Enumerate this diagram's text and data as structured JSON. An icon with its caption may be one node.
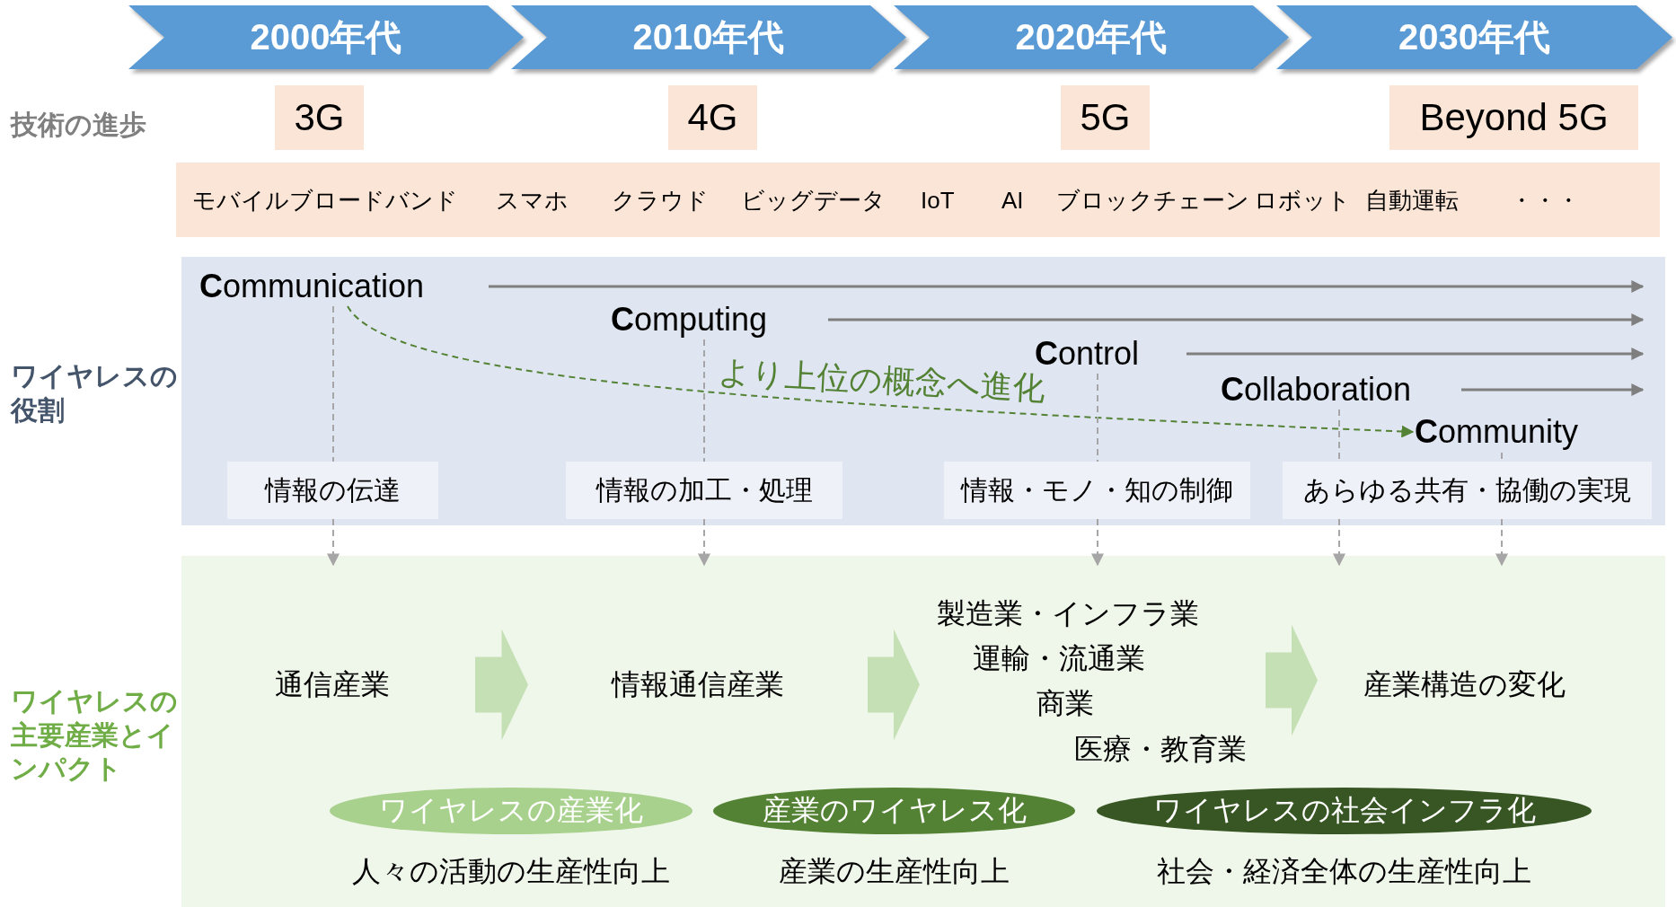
{
  "diagram": {
    "nodes": [
      {
        "text": [
          "2000年代"
        ]
      },
      {
        "text": [
          "2010年代"
        ]
      },
      {
        "text": [
          "2020年代"
        ]
      },
      {
        "text": [
          "2030年代"
        ]
      },
      {
        "text": [
          "3G"
        ]
      },
      {
        "text": [
          "4G"
        ]
      },
      {
        "text": [
          "5G"
        ]
      },
      {
        "text": [
          "Beyond 5G"
        ]
      },
      {
        "text": [
          "モバイルブロードバンド",
          "スマホ",
          "クラウド",
          "ビッグデータ",
          "IoT",
          "AI",
          "ブロックチェーン",
          "ロボット",
          "自動運転",
          "・・・"
        ]
      },
      {
        "text": [
          "ワイヤレスの役割"
        ]
      },
      {
        "text": [
          "**C**ommunication"
        ],
        "in": 9
      },
      {
        "text": [
          "**C**omputing"
        ],
        "in": 9
      },
      {
        "text": [
          "**C**ontrol"
        ],
        "in": 9
      },
      {
        "text": [
          "**C**ollaboration"
        ],
        "in": 9
      },
      {
        "text": [
          "**C**ommunity"
        ],
        "in": 9
      },
      {
        "text": [
          "情報の伝達"
        ],
        "in": 9
      },
      {
        "text": [
          "情報の加工・処理"
        ],
        "in": 9
      },
      {
        "text": [
          "情報・モノ・知の制御"
        ],
        "in": 9
      },
      {
        "text": [
          "あらゆる共有・協働の実現"
        ],
        "in": 9
      },
      {
        "text": [
          "ワイヤレスの主要産業とインパクト"
        ]
      },
      {
        "text": [
          "通信産業"
        ],
        "in": 19
      },
      {
        "text": [
          "情報通信産業"
        ],
        "in": 19
      },
      {
        "text": [
          "製造業・インフラ業",
          "運輸・流通業",
          "商業",
          "医療・教育業"
        ],
        "in": 19
      },
      {
        "text": [
          "産業構造の変化"
        ],
        "in": 19
      },
      {
        "text": [
          "ワイヤレスの産業化"
        ],
        "in": 19,
        "beside": [
          "人々の活動の生産性向上"
        ]
      },
      {
        "text": [
          "産業のワイヤレス化"
        ],
        "in": 19,
        "beside": [
          "産業の生産性向上"
        ]
      },
      {
        "text": [
          "ワイヤレスの社会インフラ化"
        ],
        "in": 19,
        "beside": [
          "社会・経済全体の生産性向上"
        ]
      }
    ],
    "edges": [
      {
        "from": 10,
        "to": null,
        "arrow": "to",
        "color": "#7f7f7f"
      },
      {
        "from": 11,
        "to": null,
        "arrow": "to",
        "color": "#7f7f7f"
      },
      {
        "from": 12,
        "to": null,
        "arrow": "to",
        "color": "#7f7f7f"
      },
      {
        "from": 13,
        "to": null,
        "arrow": "to",
        "color": "#7f7f7f"
      },
      {
        "from": 10,
        "to": 14,
        "arrow": "to",
        "style": "dashed",
        "color": "#548235",
        "label": "より上位の概念へ進化"
      },
      {
        "from": 10,
        "to": 15,
        "arrow": "none",
        "style": "dashed"
      },
      {
        "from": 15,
        "to": 19,
        "arrow": "to",
        "style": "dashed"
      },
      {
        "from": 11,
        "to": 16,
        "arrow": "none",
        "style": "dashed"
      },
      {
        "from": 16,
        "to": 19,
        "arrow": "to",
        "style": "dashed"
      },
      {
        "from": 12,
        "to": 17,
        "arrow": "none",
        "style": "dashed"
      },
      {
        "from": 17,
        "to": 19,
        "arrow": "to",
        "style": "dashed"
      },
      {
        "from": 13,
        "to": 18,
        "arrow": "none",
        "style": "dashed"
      },
      {
        "from": 18,
        "to": 19,
        "arrow": "to",
        "style": "dashed"
      },
      {
        "from": 14,
        "to": 18,
        "arrow": "none",
        "style": "dashed"
      },
      {
        "from": 18,
        "to": 19,
        "arrow": "to",
        "style": "dashed"
      },
      {
        "from": 20,
        "to": 21,
        "arrow": "to",
        "style": "thick",
        "color": "#c5e0b4"
      },
      {
        "from": 21,
        "to": 22,
        "arrow": "to",
        "style": "thick",
        "color": "#c5e0b4"
      },
      {
        "from": 22,
        "to": 23,
        "arrow": "to",
        "style": "thick",
        "color": "#c5e0b4"
      }
    ],
    "labels": [
      "技術の進歩"
    ]
  }
}
